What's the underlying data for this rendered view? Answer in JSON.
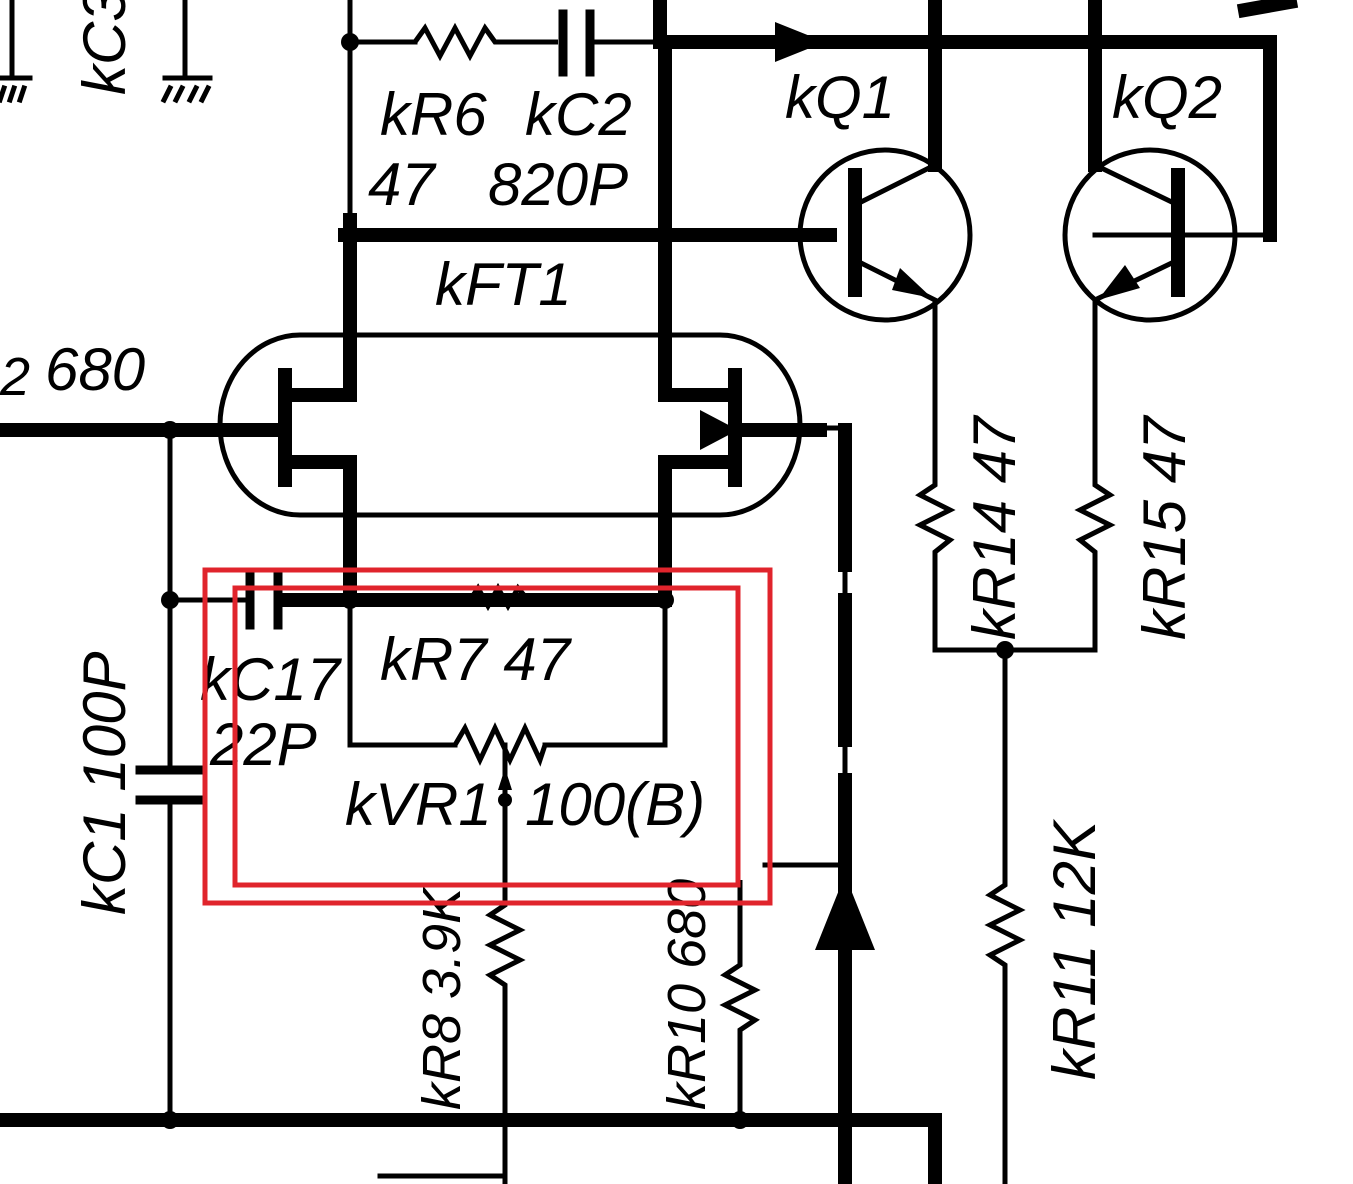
{
  "labels": {
    "kc3": "kC3",
    "kr6": "kR6",
    "kr6_val": "47",
    "kc2": "kC2",
    "kc2_val": "820P",
    "kq1": "kQ1",
    "kq2": "kQ2",
    "kft1": "kFT1",
    "kr2_val": "680",
    "kr2_sub": "2",
    "kr14": "kR14 47",
    "kr15": "kR15 47",
    "kc17": "kC17",
    "kc17_val": "22P",
    "kr7": "kR7 47",
    "kvr1": "kVR1",
    "kvr1_val": "100(B)",
    "kc1": "kC1 100P",
    "kr8": "kR8 3.9K",
    "kr10": "kR10 680",
    "kr11": "kR11 12K"
  },
  "colors": {
    "ink": "#000000",
    "highlight": "#e0242c",
    "background": "#ffffff"
  }
}
